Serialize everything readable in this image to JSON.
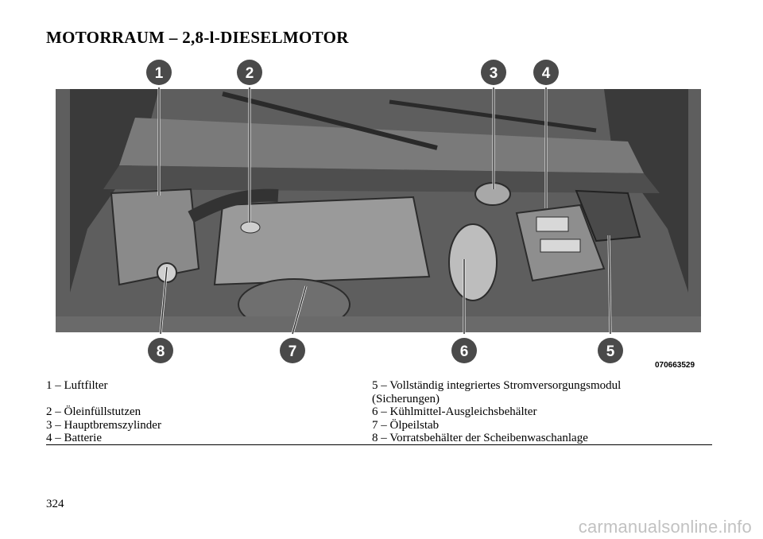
{
  "page": {
    "title": "MOTORRAUM – 2,8-l-DIESELMOTOR",
    "page_number": "324"
  },
  "figure": {
    "code": "070663529",
    "callouts_top": [
      "1",
      "2",
      "3",
      "4"
    ],
    "callouts_bottom": [
      "8",
      "7",
      "6",
      "5"
    ]
  },
  "legend": {
    "left": [
      "1 – Luftfilter",
      "2 – Öleinfüllstutzen",
      "3 – Hauptbremszylinder",
      "4 – Batterie"
    ],
    "right": [
      "5 – Vollständig integriertes Stromversorgungsmodul (Sicherungen)",
      "6 – Kühlmittel-Ausgleichsbehälter",
      "7 – Ölpeilstab",
      "8 – Vorratsbehälter der Scheibenwaschanlage"
    ]
  },
  "watermark": "carmanualsonline.info"
}
